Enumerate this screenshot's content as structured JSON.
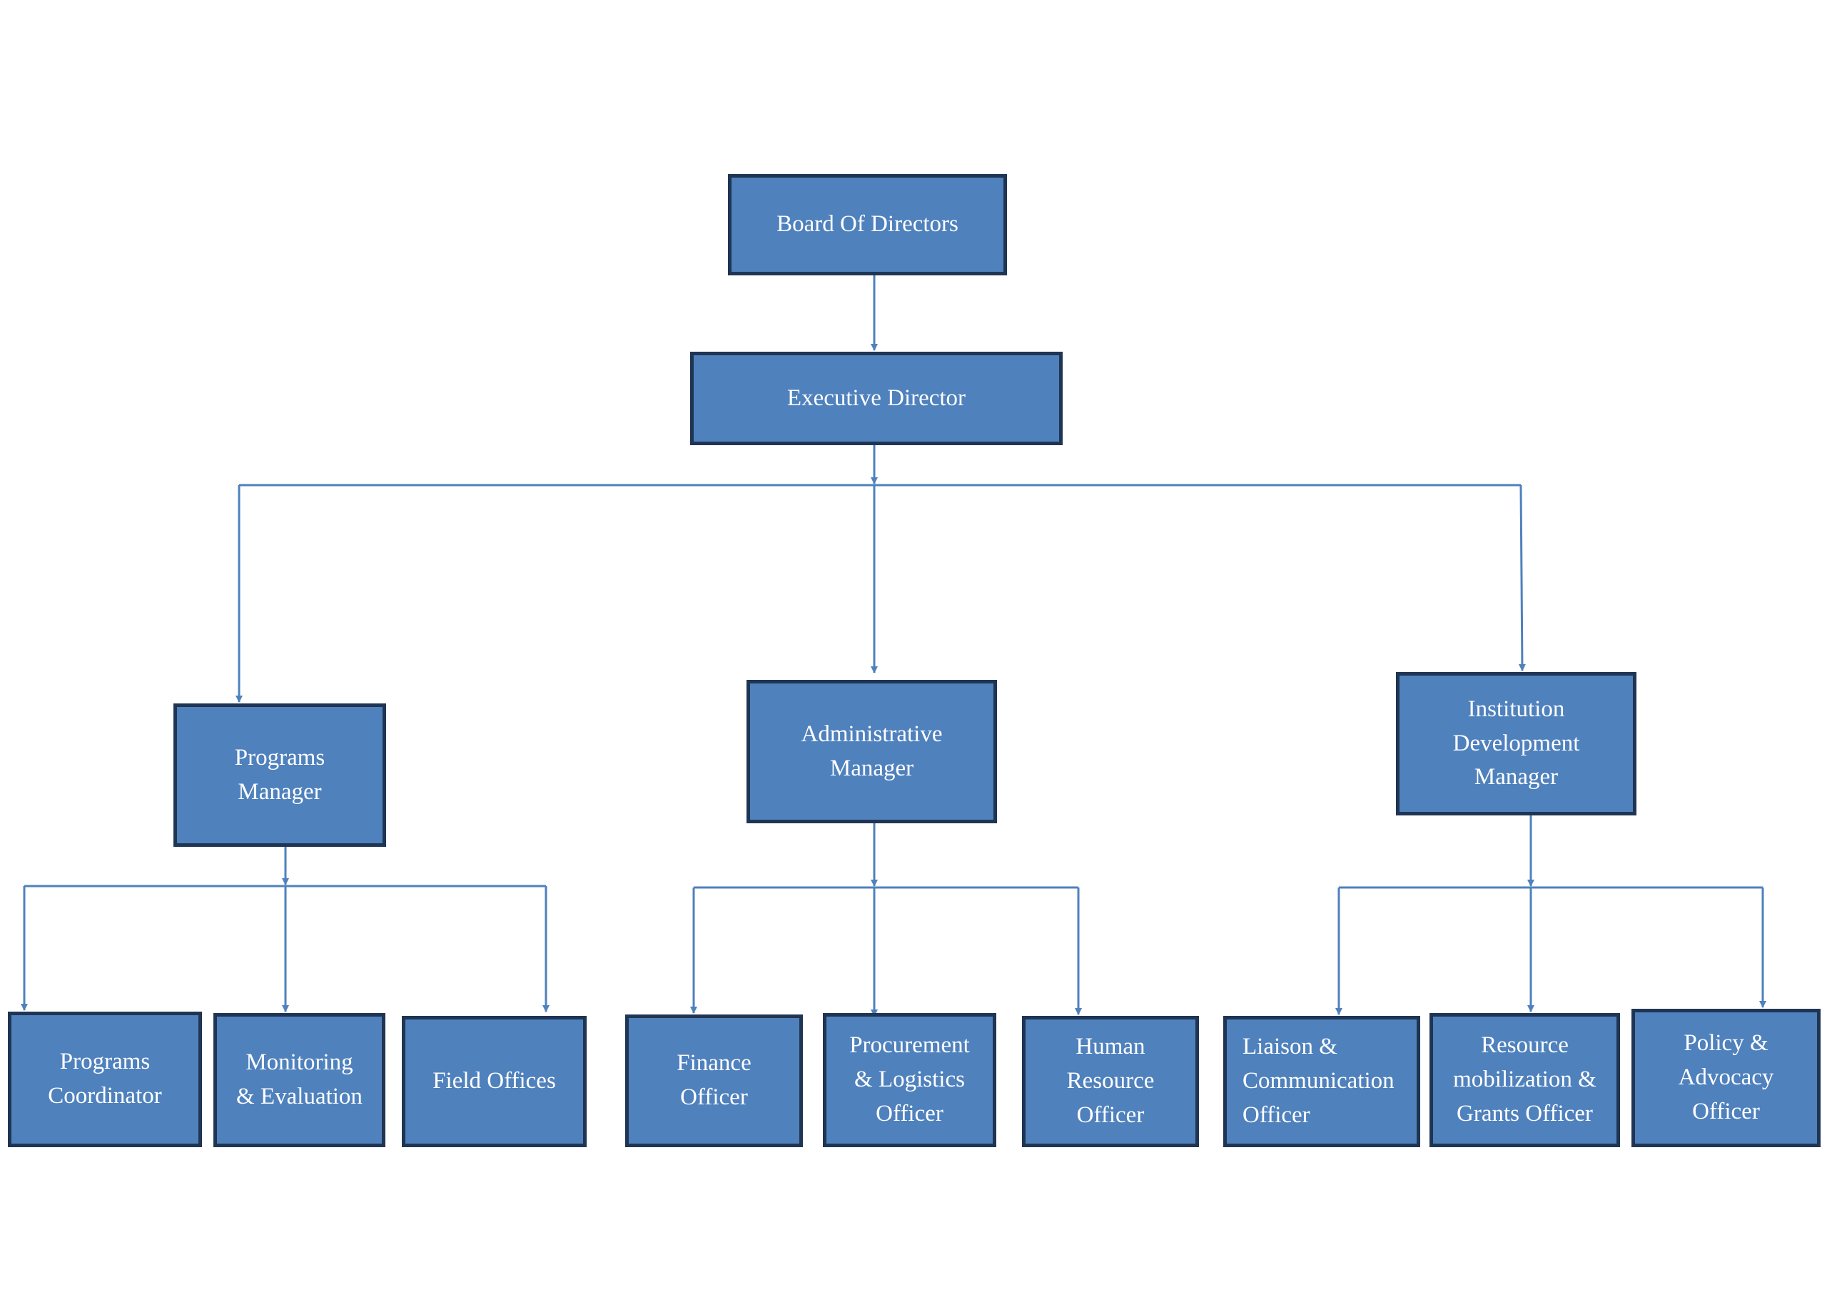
{
  "org_chart": {
    "board": "Board Of Directors",
    "executive": "Executive Director",
    "managers": {
      "programs": "Programs\nManager",
      "administrative": "Administrative\nManager",
      "institution": "Institution\nDevelopment\nManager"
    },
    "officers": {
      "programs_coordinator": "Programs\nCoordinator",
      "monitoring_evaluation": "Monitoring\n& Evaluation",
      "field_offices": "Field Offices",
      "finance": "Finance\nOfficer",
      "procurement": "Procurement\n& Logistics\nOfficer",
      "human_resource": "Human\nResource\nOfficer",
      "liaison": "Liaison &\nCommunication\nOfficer",
      "resource_mobilization": "Resource\nmobilization &\nGrants Officer",
      "policy_advocacy": "Policy &\nAdvocacy\nOfficer"
    }
  },
  "colors": {
    "box_fill": "#4f81bd",
    "box_border": "#1f3553",
    "connector": "#4f81bd",
    "text": "#ffffff"
  }
}
